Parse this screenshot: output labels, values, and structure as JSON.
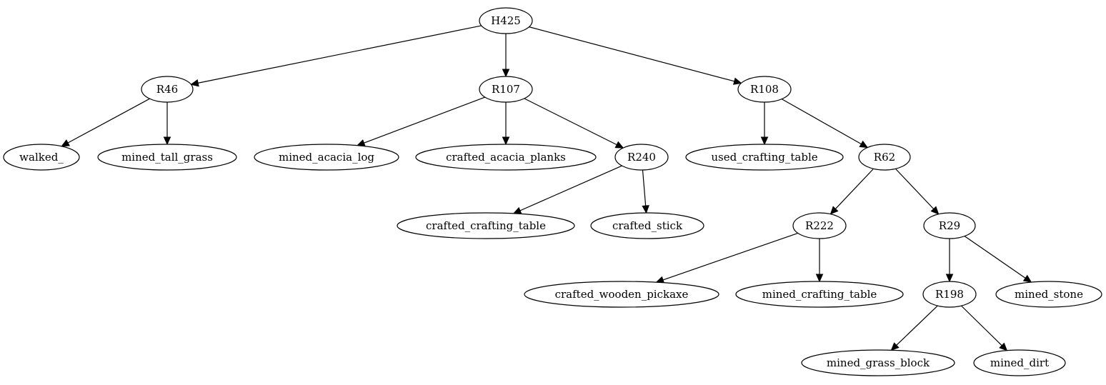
{
  "diagram": {
    "nodes": [
      {
        "id": "H425",
        "label": "H425"
      },
      {
        "id": "R46",
        "label": "R46"
      },
      {
        "id": "R107",
        "label": "R107"
      },
      {
        "id": "R108",
        "label": "R108"
      },
      {
        "id": "walked_",
        "label": "walked_"
      },
      {
        "id": "mined_tall_grass",
        "label": "mined_tall_grass"
      },
      {
        "id": "mined_acacia_log",
        "label": "mined_acacia_log"
      },
      {
        "id": "crafted_acacia_planks",
        "label": "crafted_acacia_planks"
      },
      {
        "id": "R240",
        "label": "R240"
      },
      {
        "id": "used_crafting_table",
        "label": "used_crafting_table"
      },
      {
        "id": "R62",
        "label": "R62"
      },
      {
        "id": "crafted_crafting_table",
        "label": "crafted_crafting_table"
      },
      {
        "id": "crafted_stick",
        "label": "crafted_stick"
      },
      {
        "id": "R222",
        "label": "R222"
      },
      {
        "id": "R29",
        "label": "R29"
      },
      {
        "id": "crafted_wooden_pickaxe",
        "label": "crafted_wooden_pickaxe"
      },
      {
        "id": "mined_crafting_table",
        "label": "mined_crafting_table"
      },
      {
        "id": "R198",
        "label": "R198"
      },
      {
        "id": "mined_stone",
        "label": "mined_stone"
      },
      {
        "id": "mined_grass_block",
        "label": "mined_grass_block"
      },
      {
        "id": "mined_dirt",
        "label": "mined_dirt"
      }
    ],
    "edges": [
      {
        "from": "H425",
        "to": "R46"
      },
      {
        "from": "H425",
        "to": "R107"
      },
      {
        "from": "H425",
        "to": "R108"
      },
      {
        "from": "R46",
        "to": "walked_"
      },
      {
        "from": "R46",
        "to": "mined_tall_grass"
      },
      {
        "from": "R107",
        "to": "mined_acacia_log"
      },
      {
        "from": "R107",
        "to": "crafted_acacia_planks"
      },
      {
        "from": "R107",
        "to": "R240"
      },
      {
        "from": "R108",
        "to": "used_crafting_table"
      },
      {
        "from": "R108",
        "to": "R62"
      },
      {
        "from": "R240",
        "to": "crafted_crafting_table"
      },
      {
        "from": "R240",
        "to": "crafted_stick"
      },
      {
        "from": "R62",
        "to": "R222"
      },
      {
        "from": "R62",
        "to": "R29"
      },
      {
        "from": "R222",
        "to": "crafted_wooden_pickaxe"
      },
      {
        "from": "R222",
        "to": "mined_crafting_table"
      },
      {
        "from": "R29",
        "to": "R198"
      },
      {
        "from": "R29",
        "to": "mined_stone"
      },
      {
        "from": "R198",
        "to": "mined_grass_block"
      },
      {
        "from": "R198",
        "to": "mined_dirt"
      }
    ]
  }
}
